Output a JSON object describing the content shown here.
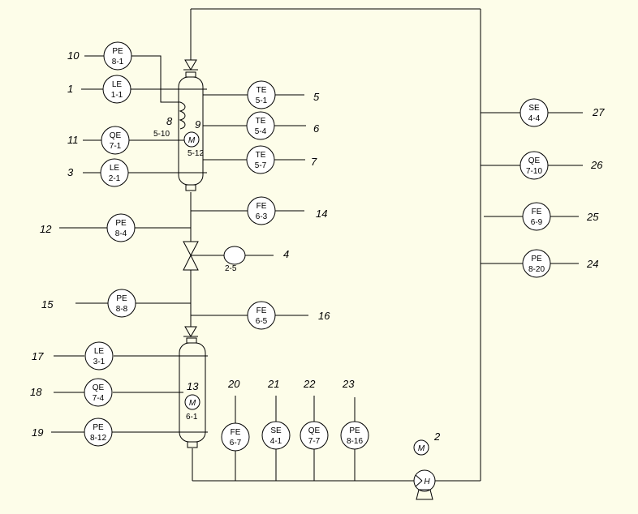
{
  "instruments": [
    {
      "id": "pe-8-1",
      "code": "PE",
      "num": "8-1",
      "tag": "10"
    },
    {
      "id": "le-1-1",
      "code": "LE",
      "num": "1-1",
      "tag": "1"
    },
    {
      "id": "qe-7-1",
      "code": "QE",
      "num": "7-1",
      "tag": "11"
    },
    {
      "id": "le-2-1",
      "code": "LE",
      "num": "2-1",
      "tag": "3"
    },
    {
      "id": "te-5-1",
      "code": "TE",
      "num": "5-1",
      "tag": "5"
    },
    {
      "id": "te-5-4",
      "code": "TE",
      "num": "5-4",
      "tag": "6"
    },
    {
      "id": "te-5-7",
      "code": "TE",
      "num": "5-7",
      "tag": "7"
    },
    {
      "id": "fe-6-3",
      "code": "FE",
      "num": "6-3",
      "tag": "14"
    },
    {
      "id": "pe-8-4",
      "code": "PE",
      "num": "8-4",
      "tag": "12"
    },
    {
      "id": "pe-8-8",
      "code": "PE",
      "num": "8-8",
      "tag": "15"
    },
    {
      "id": "fe-6-5",
      "code": "FE",
      "num": "6-5",
      "tag": "16"
    },
    {
      "id": "le-3-1",
      "code": "LE",
      "num": "3-1",
      "tag": "17"
    },
    {
      "id": "qe-7-4",
      "code": "QE",
      "num": "7-4",
      "tag": "18"
    },
    {
      "id": "pe-8-12",
      "code": "PE",
      "num": "8-12",
      "tag": "19"
    },
    {
      "id": "fe-6-7",
      "code": "FE",
      "num": "6-7",
      "tag": "20"
    },
    {
      "id": "se-4-1",
      "code": "SE",
      "num": "4-1",
      "tag": "21"
    },
    {
      "id": "qe-7-7",
      "code": "QE",
      "num": "7-7",
      "tag": "22"
    },
    {
      "id": "pe-8-16",
      "code": "PE",
      "num": "8-16",
      "tag": "23"
    },
    {
      "id": "se-4-4",
      "code": "SE",
      "num": "4-4",
      "tag": "27"
    },
    {
      "id": "qe-7-10",
      "code": "QE",
      "num": "7-10",
      "tag": "26"
    },
    {
      "id": "fe-6-9",
      "code": "FE",
      "num": "6-9",
      "tag": "25"
    },
    {
      "id": "pe-8-20",
      "code": "PE",
      "num": "8-20",
      "tag": "24"
    }
  ],
  "labels": {
    "heater_tag": "8",
    "heater_num": "5-10",
    "mixer1_tag": "9",
    "mixer1_num": "5-12",
    "mixer_symbol": "M",
    "valve_tag": "4",
    "valve_num": "2-5",
    "vessel2_tag": "13",
    "mixer2_num": "6-1",
    "pump_symbol": "H",
    "pump_motor_tag": "2"
  }
}
